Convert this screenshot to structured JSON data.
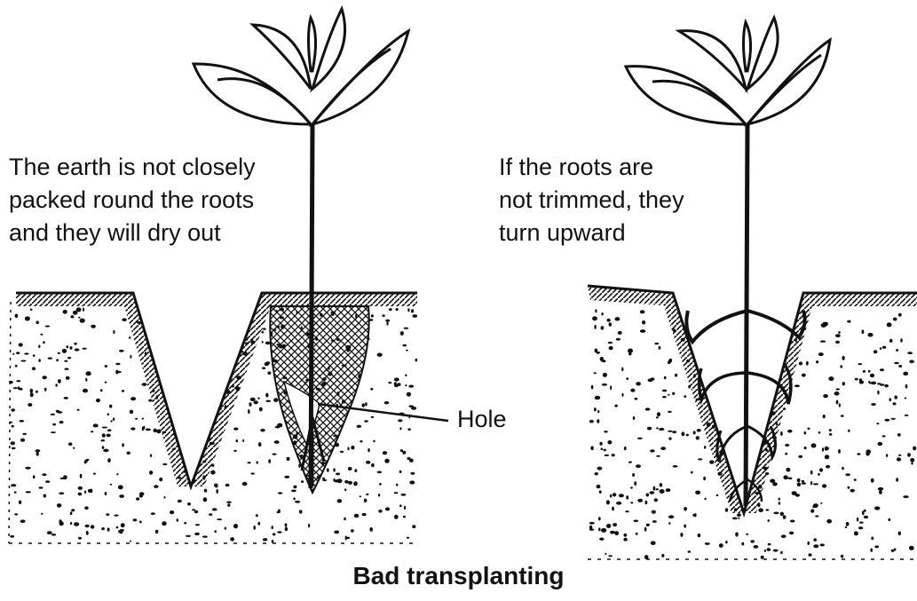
{
  "left_panel": {
    "caption_lines": [
      "The earth is not closely",
      "packed round the roots",
      "and they will dry out"
    ],
    "hole_label": "Hole"
  },
  "right_panel": {
    "caption_lines": [
      "If the roots are",
      "not trimmed, they",
      "turn upward"
    ]
  },
  "figure": {
    "title": "Bad transplanting"
  },
  "colors": {
    "ink": "#111111",
    "paper": "#ffffff"
  }
}
